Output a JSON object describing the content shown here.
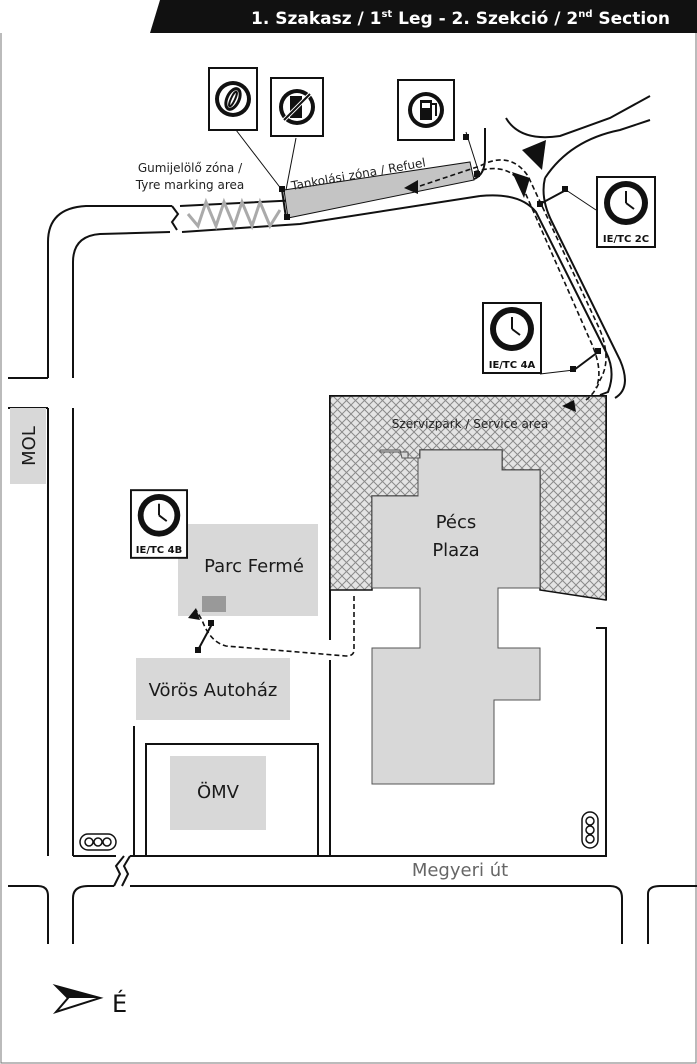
{
  "header": {
    "part1": "1. Szakasz / 1",
    "sup1": "st",
    "part2": " Leg - 2. Szekció / 2",
    "sup2": "nd",
    "part3": " Section"
  },
  "zones": {
    "tyre_line1": "Gumijelölő zóna /",
    "tyre_line2": "Tyre marking area",
    "refuel": "Tankolási zóna / Refuel",
    "service": "Szervizpark / Service area"
  },
  "buildings": {
    "mol": "MOL",
    "pecs_line1": "Pécs",
    "pecs_line2": "Plaza",
    "parc_ferme": "Parc Fermé",
    "voros": "Vörös Autoház",
    "omv": "ÖMV"
  },
  "streets": {
    "megyeri": "Megyeri út"
  },
  "time_controls": {
    "tc2c": "IE/TC 2C",
    "tc4a": "IE/TC 4A",
    "tc4b": "IE/TC 4B"
  },
  "compass": {
    "north_label": "É"
  },
  "icons": [
    "tyre-icon",
    "no-tyre-change-icon",
    "fuel-pump-icon",
    "clock-icon",
    "traffic-light-icon",
    "north-arrow-icon"
  ],
  "colors": {
    "header_bg": "#111111",
    "building_fill": "#d8d8d8",
    "refuel_fill": "#c4c4c4",
    "parc_marker": "#999999",
    "street_text": "#666666"
  }
}
